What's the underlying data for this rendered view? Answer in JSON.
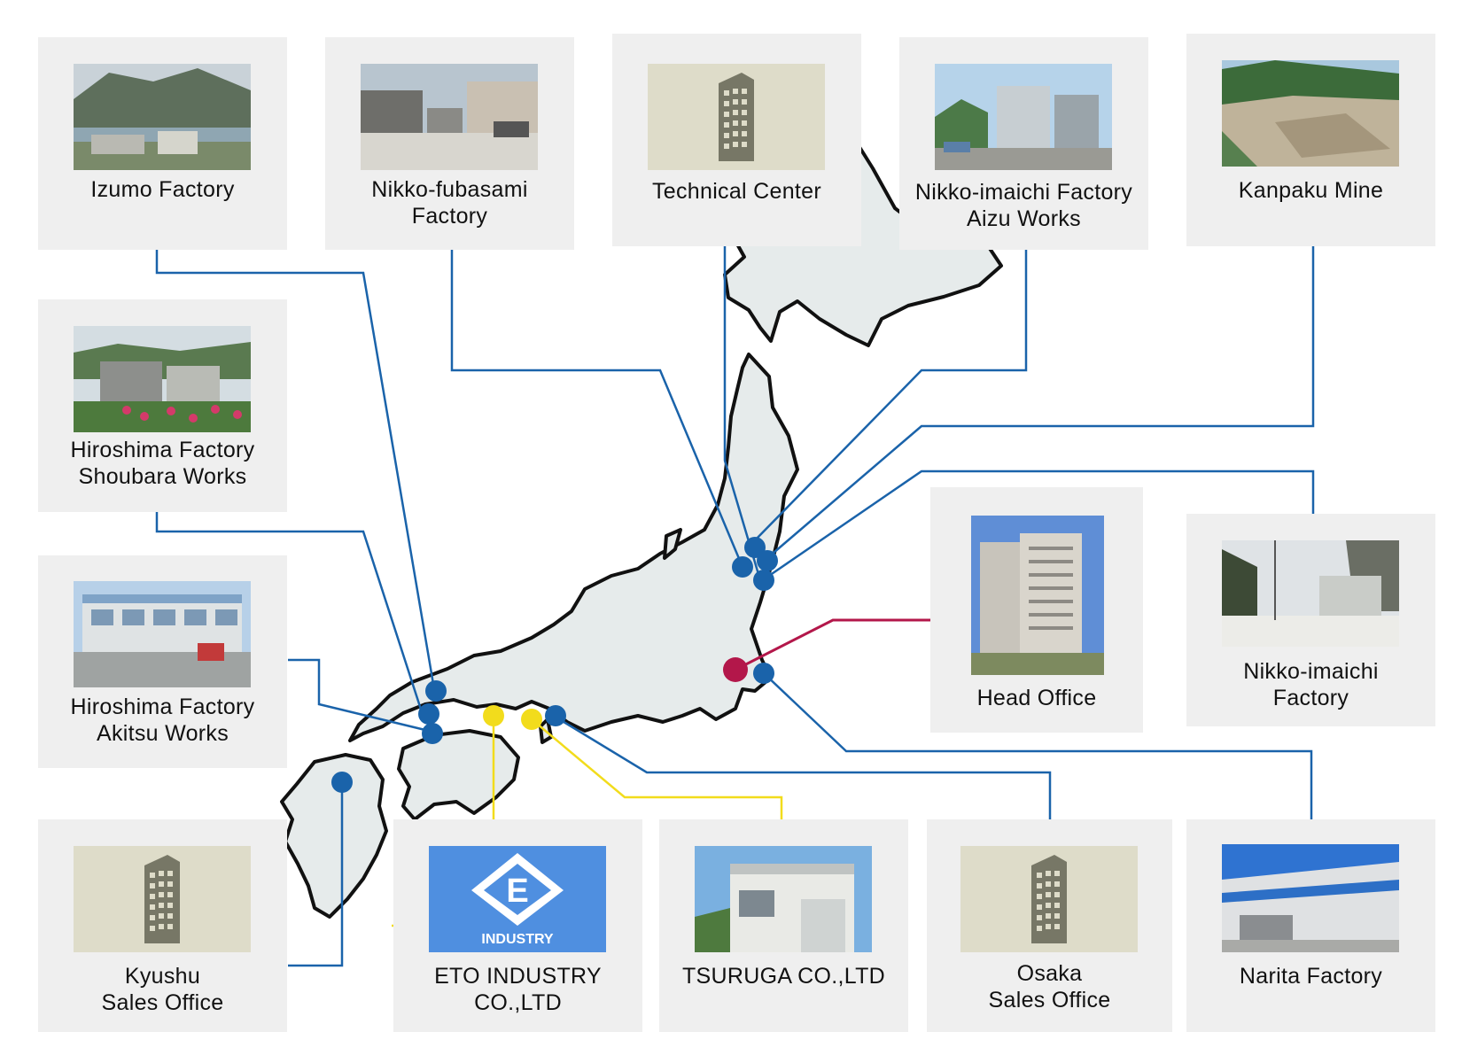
{
  "colors": {
    "card_bg": "#efefef",
    "land_fill": "#e6ebeb",
    "coast": "#111111",
    "blue": "#1a63aa",
    "yellow": "#f2dc1c",
    "crimson": "#b3174a",
    "building_icon": "#777766",
    "icon_bg": "#dedcc9",
    "eto_blue": "#4f8fe0"
  },
  "locations": {
    "izumo": {
      "label": "Izumo Factory",
      "photo": "photo-coastal-factory"
    },
    "nikko_fubasami": {
      "label": "Nikko-fubasami\nFactory",
      "photo": "photo-industrial-yard"
    },
    "technical_center": {
      "label": "Technical Center",
      "photo": "building-icon"
    },
    "nikko_imaichi_aizu": {
      "label": "Nikko-imaichi Factory\nAizu Works",
      "photo": "photo-silo-plant"
    },
    "kanpaku_mine": {
      "label": "Kanpaku Mine",
      "photo": "photo-quarry"
    },
    "hiroshima_shoubara": {
      "label": "Hiroshima Factory\nShoubara Works",
      "photo": "photo-flower-garden"
    },
    "hiroshima_akitsu": {
      "label": "Hiroshima Factory\nAkitsu Works",
      "photo": "photo-office-building"
    },
    "head_office": {
      "label": "Head Office",
      "photo": "photo-tower-building"
    },
    "nikko_imaichi": {
      "label": "Nikko-imaichi\nFactory",
      "photo": "photo-street-factory"
    },
    "kyushu_sales": {
      "label": "Kyushu\nSales Office",
      "photo": "building-icon"
    },
    "eto_industry": {
      "label": "ETO INDUSTRY\nCO.,LTD",
      "photo": "eto-logo",
      "logo_letter": "E",
      "logo_text": "INDUSTRY"
    },
    "tsuruga": {
      "label": "TSURUGA CO.,LTD",
      "photo": "photo-white-building"
    },
    "osaka_sales": {
      "label": "Osaka\nSales Office",
      "photo": "building-icon"
    },
    "narita": {
      "label": "Narita Factory",
      "photo": "photo-warehouse"
    }
  }
}
